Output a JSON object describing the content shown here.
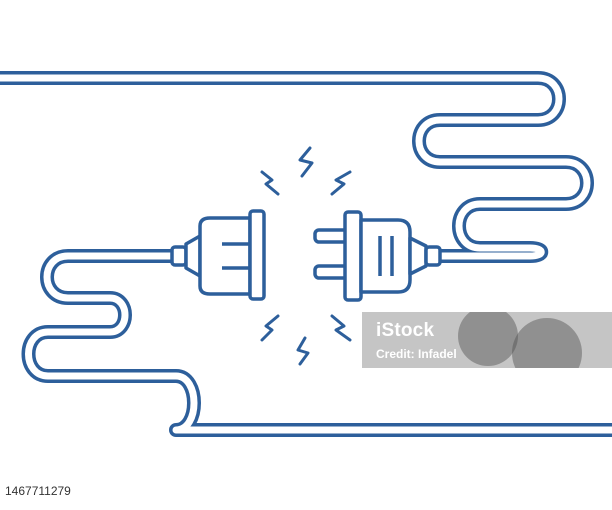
{
  "illustration": {
    "subject": "",
    "line_color": "#2d5f9b"
  },
  "watermark": {
    "logo_text": "iStock",
    "credit_text": "Credit: Infadel"
  },
  "footer": {
    "image_id": "1467711279"
  }
}
